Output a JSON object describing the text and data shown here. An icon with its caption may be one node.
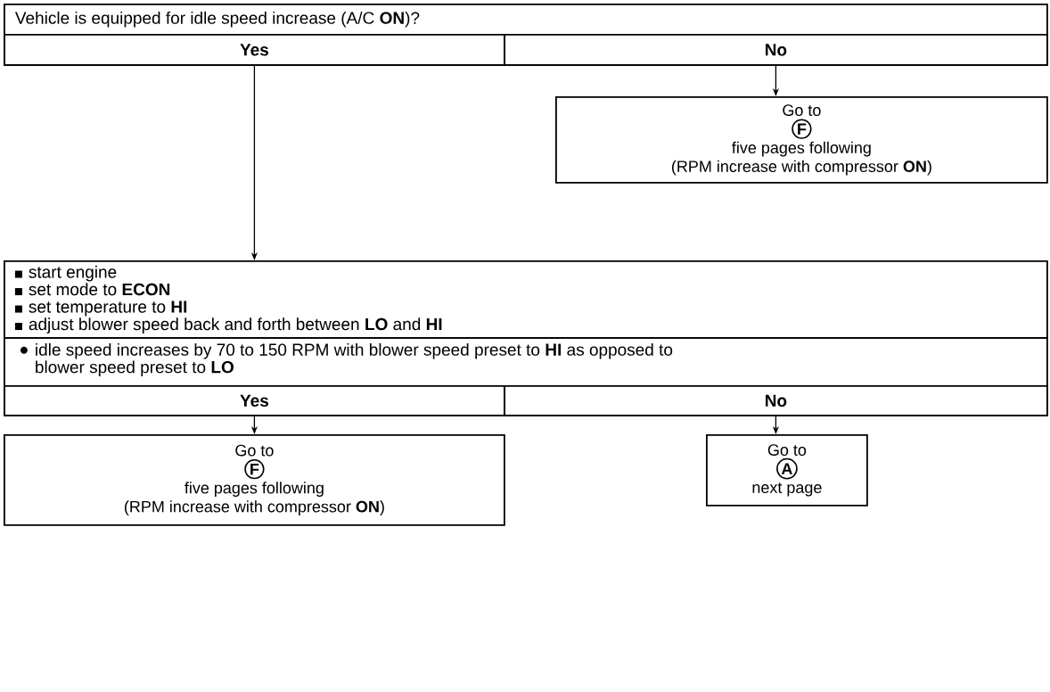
{
  "diagram": {
    "nodes": [
      {
        "text": [
          "Vehicle is equipped for idle speed increase (A/C **ON**)?"
        ]
      },
      {
        "text": [
          "Yes"
        ],
        "in": 0
      },
      {
        "text": [
          "No"
        ],
        "in": 0
      },
      {
        "text": [
          "Go to",
          "F",
          "five pages following",
          "(RPM increase with compressor **ON**)"
        ]
      },
      {
        "text": [
          "start engine",
          "set mode to **ECON**",
          "set temperature to **HI**",
          "adjust blower speed back and forth between **LO** and **HI**"
        ]
      },
      {
        "text": [
          "idle speed increases by 70 to 150 RPM with blower speed preset to **HI** as opposed to blower speed preset to **LO**"
        ]
      },
      {
        "text": [
          "Yes"
        ],
        "in": 5
      },
      {
        "text": [
          "No"
        ],
        "in": 5
      },
      {
        "text": [
          "Go to",
          "F",
          "five pages following",
          "(RPM increase with compressor **ON**)"
        ]
      },
      {
        "text": [
          "Go to",
          "A",
          "next page"
        ]
      }
    ],
    "edges": [
      {
        "from": 1,
        "to": 4,
        "arrow": "to"
      },
      {
        "from": 2,
        "to": 3,
        "arrow": "to"
      },
      {
        "from": 6,
        "to": 8,
        "arrow": "to"
      },
      {
        "from": 7,
        "to": 9,
        "arrow": "to"
      }
    ]
  }
}
